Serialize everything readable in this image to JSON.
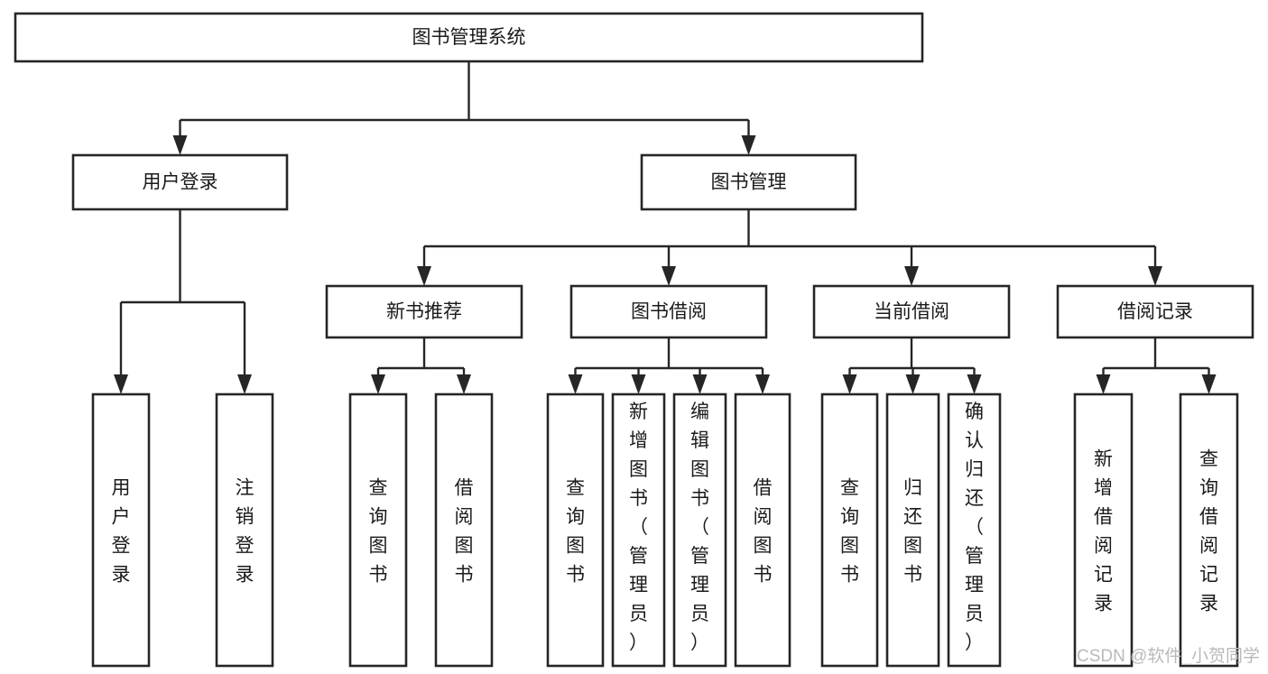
{
  "diagram": {
    "type": "tree-hierarchy",
    "title": "图书管理系统",
    "root": {
      "id": "root",
      "label": "图书管理系统",
      "orientation": "horizontal"
    },
    "level2": [
      {
        "id": "user-login",
        "label": "用户登录",
        "orientation": "horizontal"
      },
      {
        "id": "book-manage",
        "label": "图书管理",
        "orientation": "horizontal"
      }
    ],
    "level3": [
      {
        "id": "new-book-recommend",
        "label": "新书推荐",
        "orientation": "horizontal",
        "parent": "book-manage"
      },
      {
        "id": "book-borrow",
        "label": "图书借阅",
        "orientation": "horizontal",
        "parent": "book-manage"
      },
      {
        "id": "current-borrow",
        "label": "当前借阅",
        "orientation": "horizontal",
        "parent": "book-manage"
      },
      {
        "id": "borrow-record",
        "label": "借阅记录",
        "orientation": "horizontal",
        "parent": "book-manage"
      }
    ],
    "leaves": {
      "user-login": [
        {
          "id": "leaf-user-login",
          "label": "用户登录",
          "orientation": "vertical"
        },
        {
          "id": "leaf-logout",
          "label": "注销登录",
          "orientation": "vertical"
        }
      ],
      "new-book-recommend": [
        {
          "id": "leaf-query-book-1",
          "label": "查询图书",
          "orientation": "vertical"
        },
        {
          "id": "leaf-borrow-book-1",
          "label": "借阅图书",
          "orientation": "vertical"
        }
      ],
      "book-borrow": [
        {
          "id": "leaf-query-book-2",
          "label": "查询图书",
          "orientation": "vertical"
        },
        {
          "id": "leaf-add-book",
          "label": "新增图书（管理员）",
          "orientation": "vertical"
        },
        {
          "id": "leaf-edit-book",
          "label": "编辑图书（管理员）",
          "orientation": "vertical"
        },
        {
          "id": "leaf-borrow-book-2",
          "label": "借阅图书",
          "orientation": "vertical"
        }
      ],
      "current-borrow": [
        {
          "id": "leaf-query-book-3",
          "label": "查询图书",
          "orientation": "vertical"
        },
        {
          "id": "leaf-return-book",
          "label": "归还图书",
          "orientation": "vertical"
        },
        {
          "id": "leaf-confirm-return",
          "label": "确认归还（管理员）",
          "orientation": "vertical"
        }
      ],
      "borrow-record": [
        {
          "id": "leaf-add-record",
          "label": "新增借阅记录",
          "orientation": "vertical"
        },
        {
          "id": "leaf-query-record",
          "label": "查询借阅记录",
          "orientation": "vertical"
        }
      ]
    }
  },
  "watermark": {
    "text": "CSDN @软件_小贺同学"
  },
  "colors": {
    "background": "#ffffff",
    "box_fill": "#ffffff",
    "box_stroke": "#262626",
    "connector": "#262626",
    "text": "#1a1a1a",
    "watermark": "#b9b9b9"
  }
}
